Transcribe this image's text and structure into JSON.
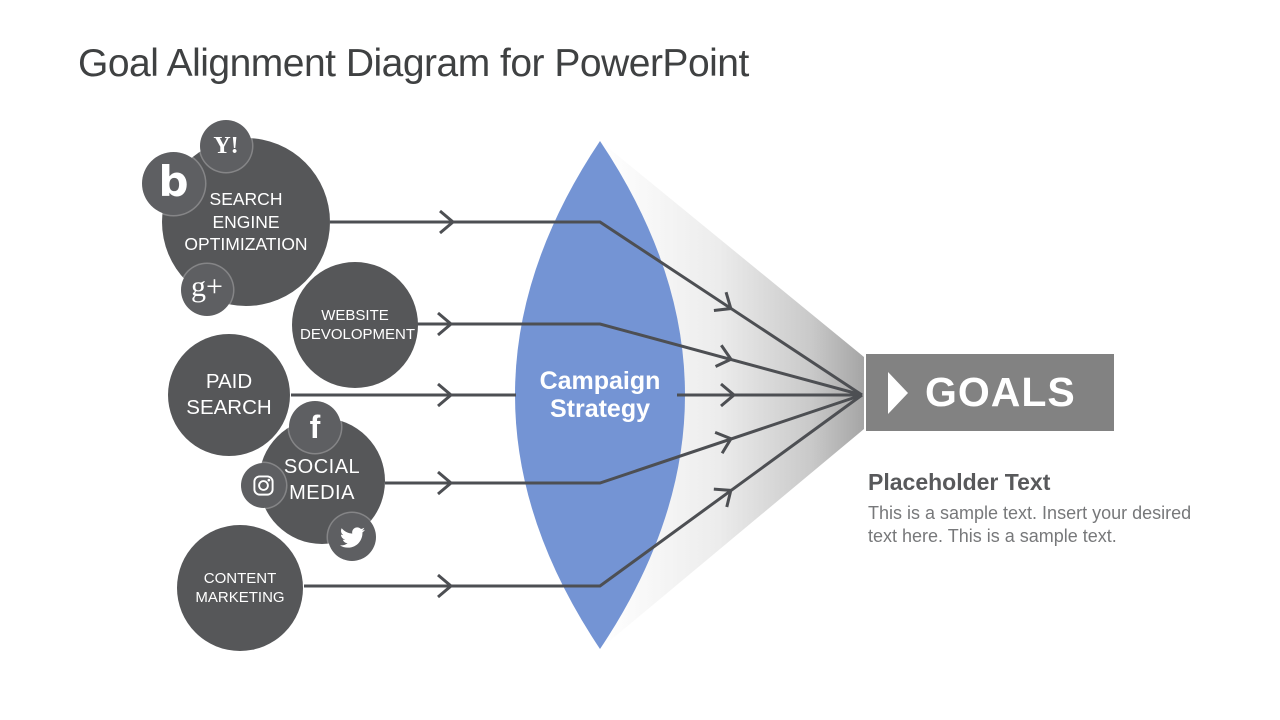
{
  "slide": {
    "title": "Goal Alignment Diagram for PowerPoint"
  },
  "sources": [
    {
      "id": "seo",
      "label": "SEARCH ENGINE OPTIMIZATION",
      "satellite_icons": [
        "yahoo",
        "bing",
        "google-plus"
      ]
    },
    {
      "id": "website-development",
      "label": "WEBSITE DEVOLOPMENT",
      "satellite_icons": []
    },
    {
      "id": "paid-search",
      "label": "PAID SEARCH",
      "satellite_icons": []
    },
    {
      "id": "social-media",
      "label": "SOCIAL MEDIA",
      "satellite_icons": [
        "facebook",
        "instagram",
        "twitter"
      ]
    },
    {
      "id": "content-marketing",
      "label": "CONTENT MARKETING",
      "satellite_icons": []
    }
  ],
  "icon_glyphs": {
    "yahoo": "Y!",
    "bing": "b",
    "google_plus": "g+",
    "facebook": "f"
  },
  "lens": {
    "label": "Campaign Strategy",
    "color": "#7494d4"
  },
  "goals": {
    "label": "GOALS",
    "banner_color": "#828282"
  },
  "placeholder": {
    "heading": "Placeholder Text",
    "body": "This is a sample text. Insert your desired text here. This is a sample text."
  },
  "colors": {
    "circle_fill": "#565759",
    "satellite_fill": "#5e5f62",
    "arrow": "#4d4f53",
    "title_text": "#3f4142",
    "heading_text": "#58595b",
    "body_text": "#77787a"
  }
}
